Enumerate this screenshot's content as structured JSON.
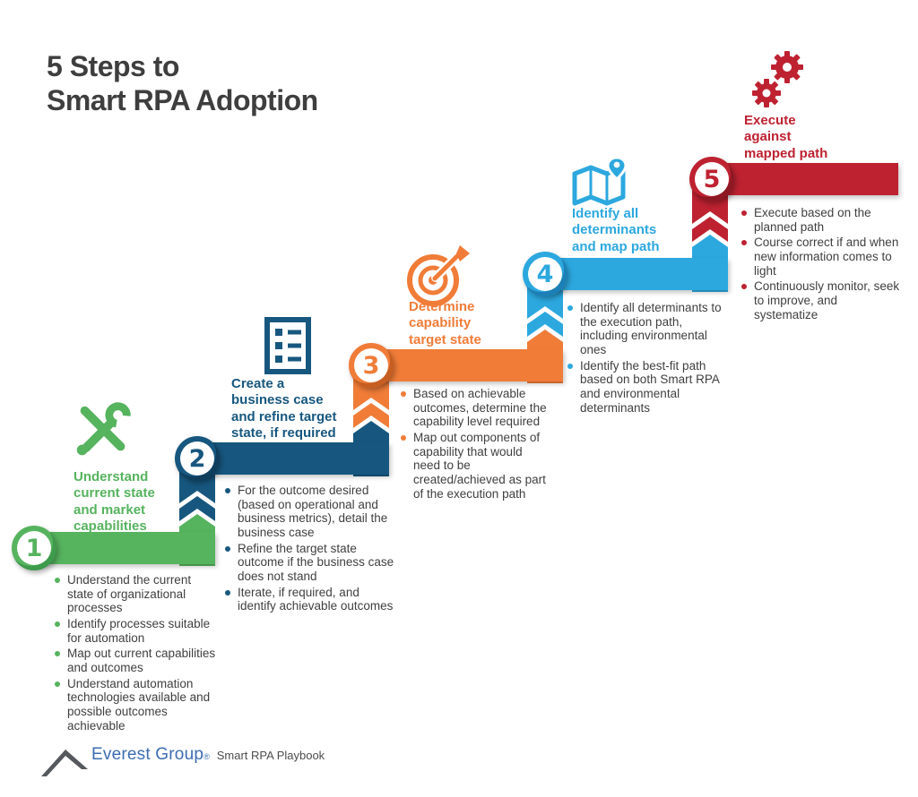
{
  "title": "5 Steps to\nSmart RPA Adoption",
  "steps": [
    {
      "number": "1",
      "color": "#56B35E",
      "icon": "tools-icon",
      "title": "Understand current state and market capabilities",
      "bullets": [
        "Understand the current state of organizational processes",
        "Identify processes suitable for automation",
        "Map out current capabilities and outcomes",
        "Understand automation technologies available and possible outcomes achievable"
      ]
    },
    {
      "number": "2",
      "color": "#17577F",
      "icon": "checklist-icon",
      "title": "Create a business case and refine target state, if required",
      "bullets": [
        "For the outcome desired (based on operational and business metrics), detail the business case",
        "Refine the target state outcome if the business case does not stand",
        "Iterate, if required, and identify achievable outcomes"
      ]
    },
    {
      "number": "3",
      "color": "#F07C38",
      "icon": "target-icon",
      "title": "Determine capability target state",
      "bullets": [
        "Based on achievable outcomes, determine the capability level required",
        "Map out components of capability that would need to be created/achieved as part of the execution path"
      ]
    },
    {
      "number": "4",
      "color": "#2CA8DF",
      "icon": "map-icon",
      "title": "Identify all determinants and map path",
      "bullets": [
        "Identify all determinants to the execution path, including environmental ones",
        "Identify the best-fit path based on both Smart RPA and environmental determinants"
      ]
    },
    {
      "number": "5",
      "color": "#BE2231",
      "icon": "gears-icon",
      "title": "Execute against mapped path",
      "bullets": [
        "Execute based on the planned path",
        "Course correct if and when new information comes to light",
        "Continuously monitor, seek to improve, and systematize"
      ]
    }
  ],
  "footer": {
    "brand": "Everest Group",
    "registered": "®",
    "tagline": "Smart RPA Playbook",
    "brand_color": "#3C6CB0"
  }
}
